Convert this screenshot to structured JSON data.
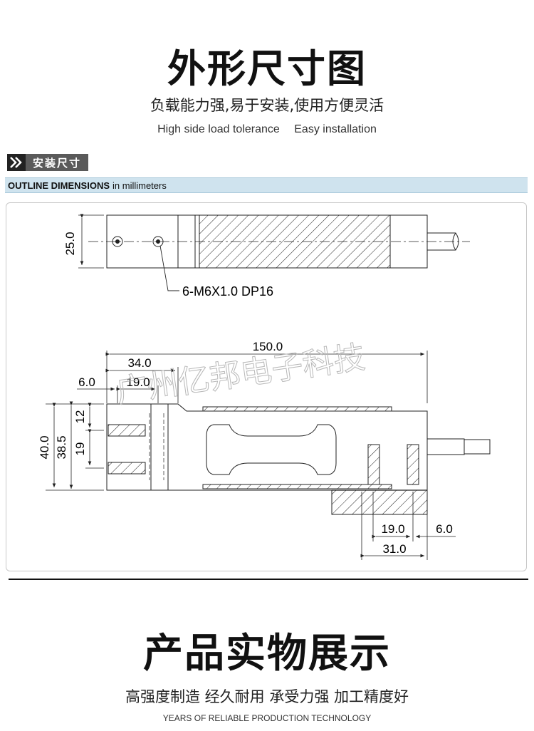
{
  "section1": {
    "title": "外形尺寸图",
    "subtitle_cn": "负载能力强,易于安装,使用方便灵活",
    "subtitle_en_1": "High side load tolerance",
    "subtitle_en_2": "Easy installation"
  },
  "badge": {
    "label": "安装尺寸"
  },
  "outline_bar": {
    "bold": "OUTLINE DIMENSIONS",
    "normal": "in millimeters"
  },
  "drawing": {
    "dim_25": "25.0",
    "thread_note": "6-M6X1.0 DP16",
    "dim_150": "150.0",
    "dim_34": "34.0",
    "dim_6_top": "6.0",
    "dim_19_top": "19.0",
    "dim_12": "12",
    "dim_40": "40.0",
    "dim_38_5": "38.5",
    "dim_19_side": "19",
    "dim_19_bottom": "19.0",
    "dim_6_bottom": "6.0",
    "dim_31": "31.0",
    "watermark": "广州亿邦电子科技"
  },
  "section2": {
    "title": "产品实物展示",
    "subtitle_cn": "高强度制造 经久耐用 承受力强 加工精度好",
    "subtitle_en": "YEARS OF RELIABLE PRODUCTION TECHNOLOGY"
  }
}
